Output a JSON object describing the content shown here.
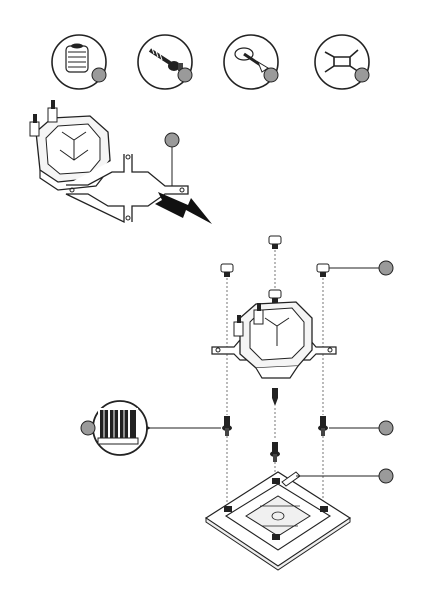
{
  "diagram": {
    "kind": "assembly-instructions",
    "style": "black line art on white",
    "parts": [
      {
        "id": "spacer",
        "icon": "threaded-spacer-icon"
      },
      {
        "id": "screw",
        "icon": "screw-icon"
      },
      {
        "id": "push-pin",
        "icon": "push-pin-icon"
      },
      {
        "id": "bracket",
        "icon": "mounting-bracket-icon"
      }
    ],
    "callout_count": 5,
    "accent_color": "#9a9a9a",
    "line_color": "#222222"
  }
}
